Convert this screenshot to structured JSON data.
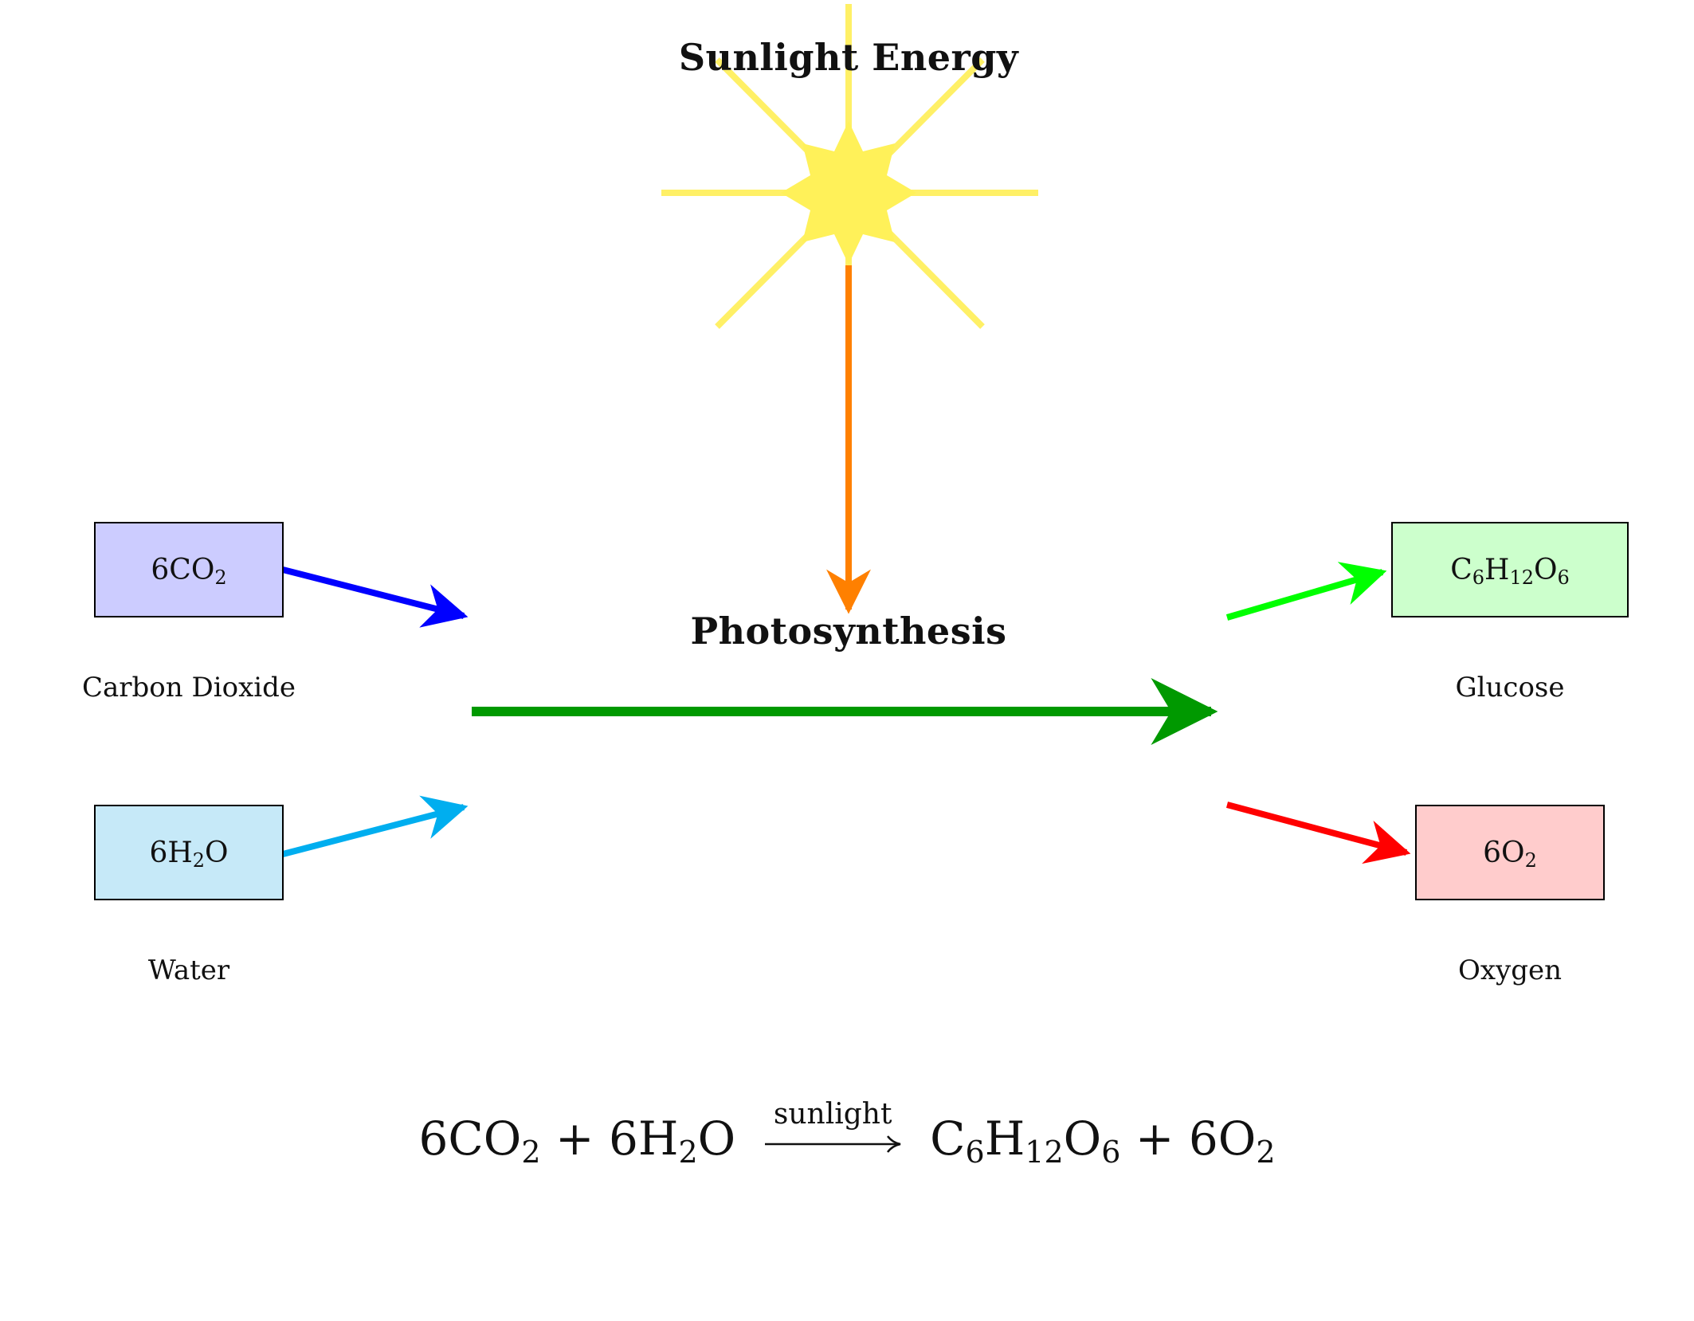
{
  "colors": {
    "sun": "#fff159",
    "sun_ray": "#fff066",
    "light_arrow": "#ff8000",
    "main_arrow": "#009900",
    "co2_arrow": "#0000ff",
    "h2o_arrow": "#00aeef",
    "glucose_arrow": "#00ff00",
    "o2_arrow": "#ff0000",
    "co2_fill": "#ccccff",
    "h2o_fill": "#c6e9f8",
    "glucose_fill": "#ccffcc",
    "o2_fill": "#ffcccc"
  },
  "sun": {
    "label": "Sunlight Energy",
    "icon": "sun-icon"
  },
  "process": {
    "label": "Photosynthesis"
  },
  "inputs": [
    {
      "formula_main": "6CO",
      "formula_sub": "2",
      "caption": "Carbon Dioxide"
    },
    {
      "formula_main": "6H",
      "formula_sub": "2",
      "formula_tail": "O",
      "caption": "Water"
    }
  ],
  "outputs": [
    {
      "caption": "Glucose",
      "formula": "C6H12O6"
    },
    {
      "formula_main": "6O",
      "formula_sub": "2",
      "caption": "Oxygen"
    }
  ],
  "equation": {
    "left": "6CO2 + 6H2O",
    "arrow_label": "sunlight",
    "right": "C6H12O6 + 6O2"
  }
}
